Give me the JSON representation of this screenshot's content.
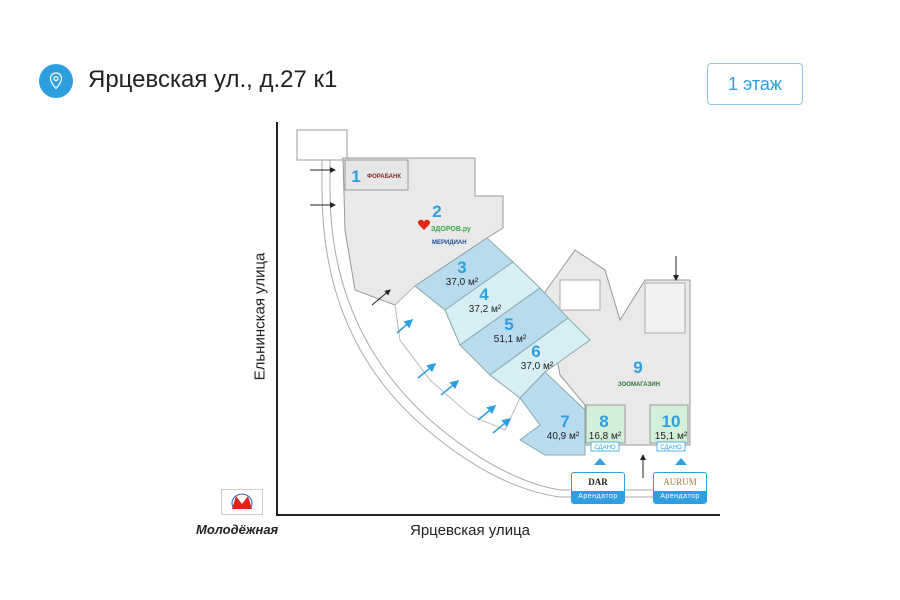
{
  "header": {
    "address": "Ярцевская ул., д.27 к1",
    "floor_button": "1 этаж",
    "location_icon": "map-pin-icon"
  },
  "streets": {
    "left": "Ельнинская улица",
    "bottom": "Ярцевская улица"
  },
  "metro": {
    "station": "Молодёжная",
    "icon": "metro-m-icon",
    "color": "#e2231a"
  },
  "units": [
    {
      "number": "1",
      "area": "",
      "tenant": "ФОРАБАНК"
    },
    {
      "number": "2",
      "area": "",
      "tenant": "ЗДОРОВ.ру",
      "tenant2": "МЕРИДИАН"
    },
    {
      "number": "3",
      "area": "37,0 м²"
    },
    {
      "number": "4",
      "area": "37,2 м²"
    },
    {
      "number": "5",
      "area": "51,1 м²"
    },
    {
      "number": "6",
      "area": "37,0 м²"
    },
    {
      "number": "7",
      "area": "40,9 м²"
    },
    {
      "number": "8",
      "area": "16,8 м²",
      "status": "СДАНО"
    },
    {
      "number": "9",
      "area": "",
      "tenant": "ЗООМАГАЗИН"
    },
    {
      "number": "10",
      "area": "15,1 м²",
      "status": "СДАНО"
    }
  ],
  "tenants": [
    {
      "logo": "DAR",
      "caption": "Арендатор"
    },
    {
      "logo": "AURUM",
      "caption": "Арендатор"
    }
  ],
  "colors": {
    "accent": "#2d9fe0",
    "unit_blue": "#b9dbee",
    "unit_light": "#d7eef4",
    "unit_rented": "#d4efd9",
    "common": "#e9e9e9"
  }
}
